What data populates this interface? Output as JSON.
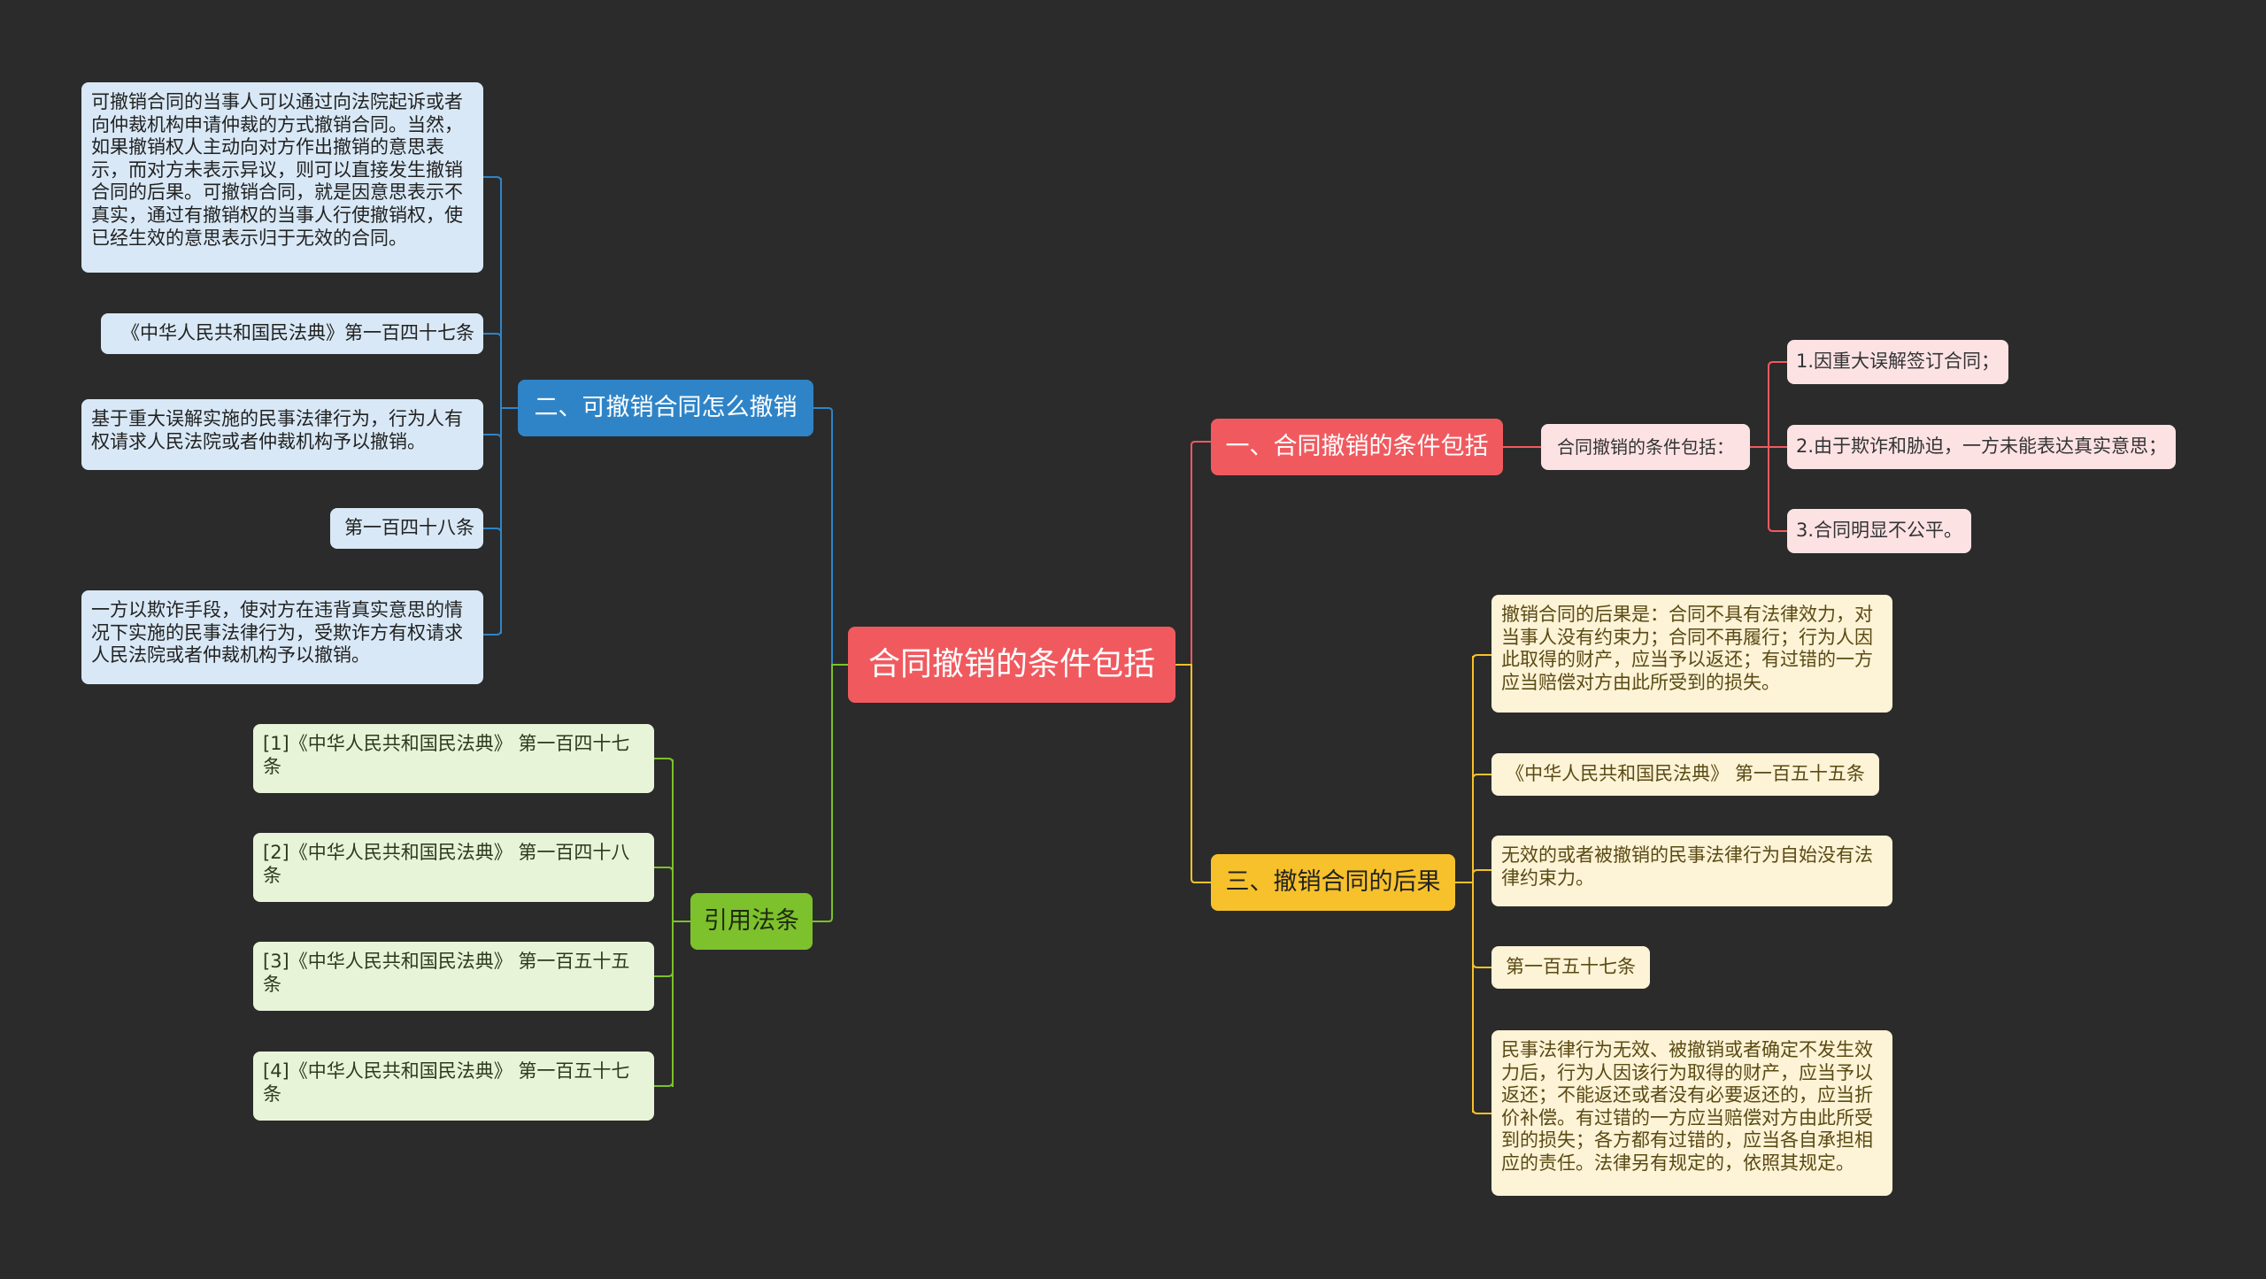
{
  "root": {
    "title": "合同撤销的条件包括"
  },
  "branch1": {
    "title": "一、合同撤销的条件包括",
    "intro": "合同撤销的条件包括：",
    "items": [
      "1.因重大误解签订合同；",
      "2.由于欺诈和胁迫，一方未能表达真实意思；",
      "3.合同明显不公平。"
    ]
  },
  "branch2": {
    "title": "二、可撤销合同怎么撤销",
    "items": [
      "可撤销合同的当事人可以通过向法院起诉或者向仲裁机构申请仲裁的方式撤销合同。当然，如果撤销权人主动向对方作出撤销的意思表示，而对方未表示异议，则可以直接发生撤销合同的后果。可撤销合同，就是因意思表示不真实，通过有撤销权的当事人行使撤销权，使已经生效的意思表示归于无效的合同。",
      "《中华人民共和国民法典》第一百四十七条",
      "基于重大误解实施的民事法律行为，行为人有权请求人民法院或者仲裁机构予以撤销。",
      "第一百四十八条",
      "一方以欺诈手段，使对方在违背真实意思的情况下实施的民事法律行为，受欺诈方有权请求人民法院或者仲裁机构予以撤销。"
    ]
  },
  "branch3": {
    "title": "三、撤销合同的后果",
    "items": [
      "撤销合同的后果是：合同不具有法律效力，对当事人没有约束力；合同不再履行；行为人因此取得的财产，应当予以返还；有过错的一方应当赔偿对方由此所受到的损失。",
      "《中华人民共和国民法典》 第一百五十五条",
      "无效的或者被撤销的民事法律行为自始没有法律约束力。",
      "第一百五十七条",
      "民事法律行为无效、被撤销或者确定不发生效力后，行为人因该行为取得的财产，应当予以返还；不能返还或者没有必要返还的，应当折价补偿。有过错的一方应当赔偿对方由此所受到的损失；各方都有过错的，应当各自承担相应的责任。法律另有规定的，依照其规定。"
    ]
  },
  "branch4": {
    "title": "引用法条",
    "items": [
      "[1]《中华人民共和国民法典》 第一百四十七条",
      "[2]《中华人民共和国民法典》 第一百四十八条",
      "[3]《中华人民共和国民法典》 第一百五十五条",
      "[4]《中华人民共和国民法典》 第一百五十七条"
    ]
  },
  "colors": {
    "background": "#2b2b2b",
    "red": "#f05a5f",
    "blue": "#2f84c7",
    "yellow": "#f7c12b",
    "green": "#7dc12c"
  }
}
